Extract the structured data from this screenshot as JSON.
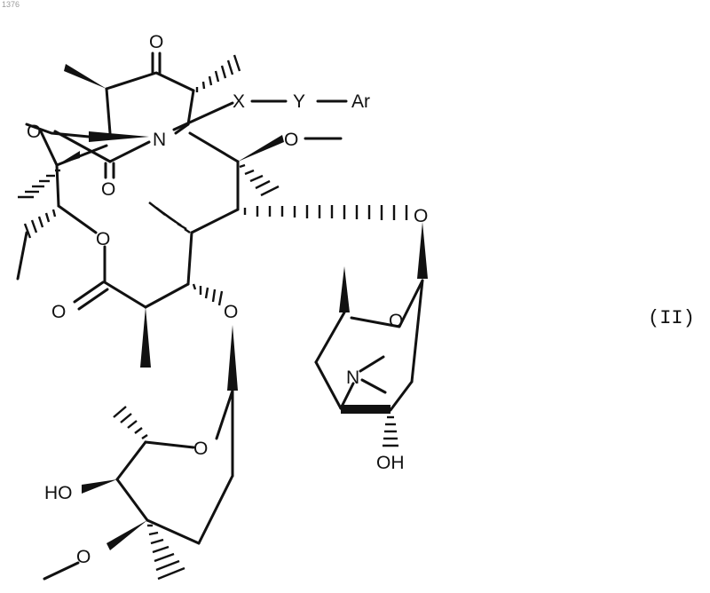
{
  "page_number": "1376",
  "formula_label": "(II)",
  "atom_labels": {
    "ketone_o": "O",
    "x": "X",
    "y": "Y",
    "ar": "Ar",
    "n_ring": "N",
    "o_carbamate_ring": "O",
    "o_carbamate_carbonyl": "O",
    "o_methoxy_top": "O",
    "o_desosamine_link": "O",
    "o_lactone_ring": "O",
    "o_lactone_carbonyl": "O",
    "o_cladinose_link": "O",
    "o_desosamine_ring": "O",
    "n_dimethylamino": "N",
    "oh_desosamine": "OH",
    "o_cladinose_ring": "O",
    "ho_cladinose": "HO",
    "o_methoxy_cladinose": "O"
  }
}
